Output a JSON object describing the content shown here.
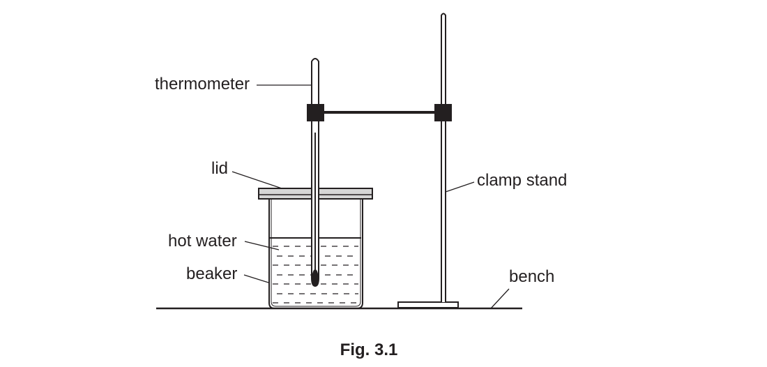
{
  "labels": {
    "thermometer": "thermometer",
    "lid": "lid",
    "hot_water": "hot water",
    "beaker": "beaker",
    "clamp_stand": "clamp stand",
    "bench": "bench"
  },
  "caption": "Fig. 3.1"
}
